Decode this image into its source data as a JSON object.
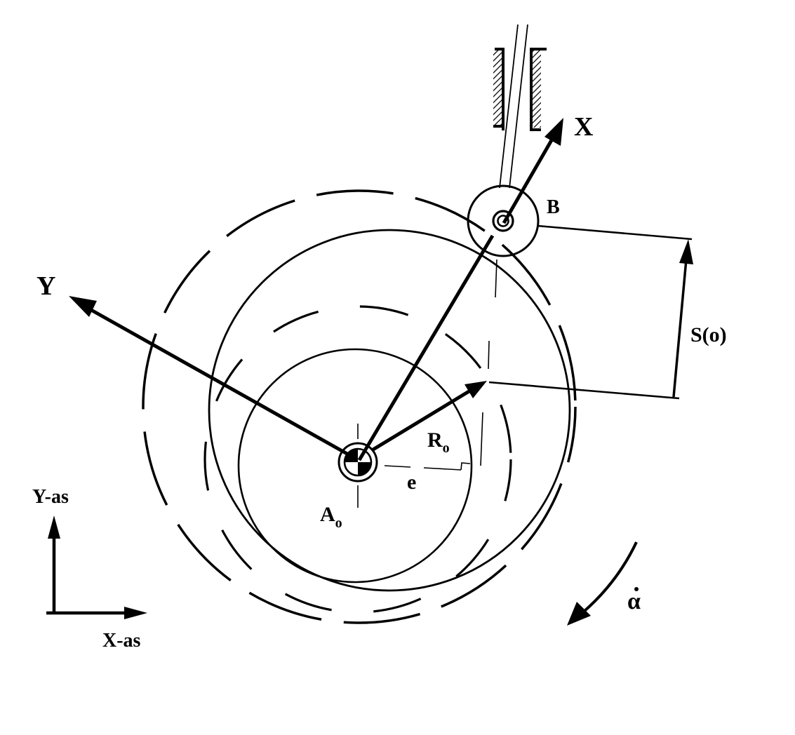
{
  "labels": {
    "x_axis": "X",
    "y_axis": "Y",
    "point_b": "B",
    "center_main": "A",
    "center_sub": "o",
    "base_radius_main": "R",
    "base_radius_sub": "o",
    "offset": "e",
    "displacement": "S(o)",
    "global_y_axis": "Y-as",
    "global_x_axis": "X-as",
    "angular_velocity": "α"
  },
  "colors": {
    "ink": "#000000",
    "background": "#ffffff"
  }
}
